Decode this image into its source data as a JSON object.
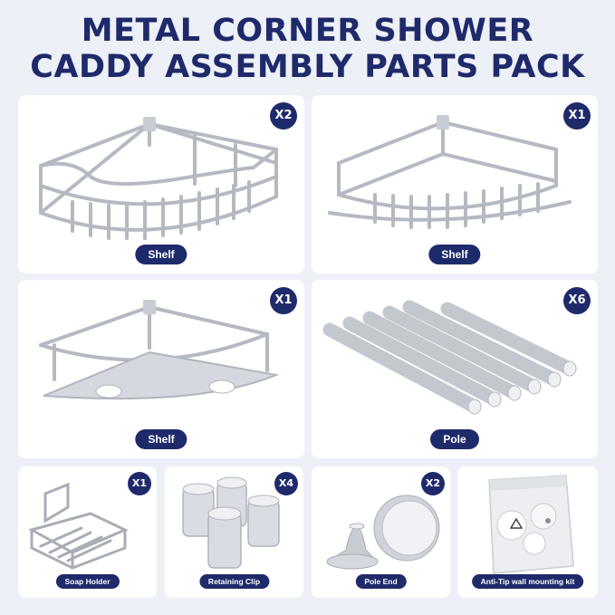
{
  "title": {
    "line1": "METAL CORNER SHOWER",
    "line2": "CADDY ASSEMBLY PARTS PACK"
  },
  "parts": [
    {
      "name": "Shelf",
      "qty": "X2"
    },
    {
      "name": "Shelf",
      "qty": "X1"
    },
    {
      "name": "Shelf",
      "qty": "X1"
    },
    {
      "name": "Pole",
      "qty": "X6"
    },
    {
      "name": "Soap Holder",
      "qty": "X1"
    },
    {
      "name": "Retaining Clip",
      "qty": "X4"
    },
    {
      "name": "Pole End",
      "qty": "X2"
    },
    {
      "name": "Anti-Tip wall mounting kit",
      "qty": ""
    }
  ],
  "colors": {
    "brand": "#1f2a6b",
    "background": "#eef0f7",
    "metal": "#b8bcc4"
  }
}
